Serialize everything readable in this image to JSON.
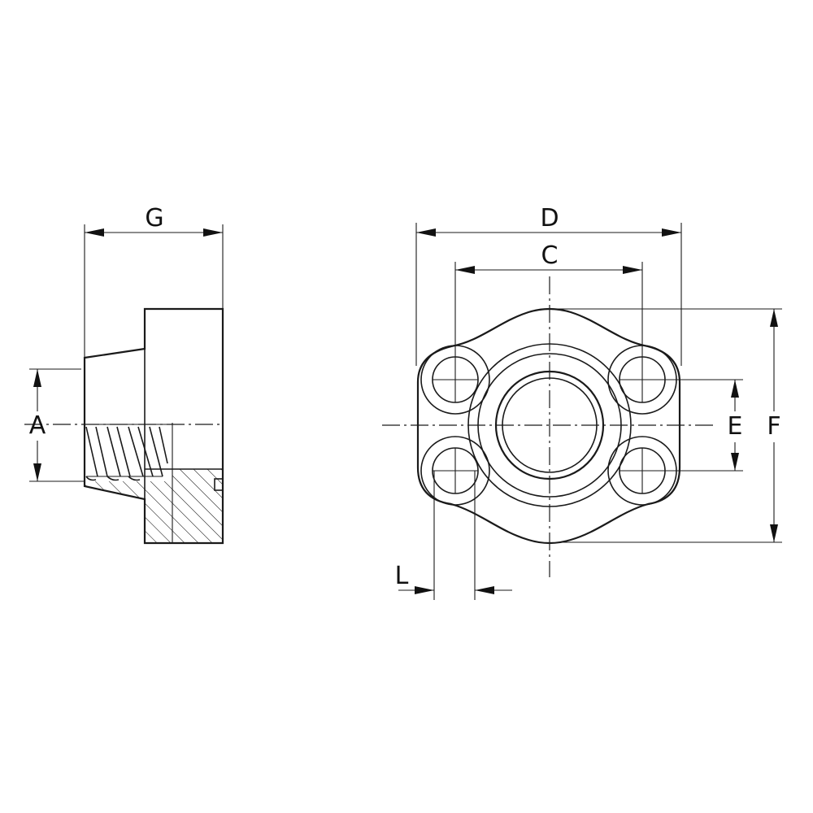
{
  "drawing": {
    "colors": {
      "line": "#1a1a1a",
      "background": "#ffffff"
    },
    "views": {
      "side_section": {
        "dimensions": [
          "G",
          "A"
        ]
      },
      "front": {
        "dimensions": [
          "D",
          "C",
          "E",
          "F",
          "L"
        ]
      }
    },
    "labels": {
      "G": "G",
      "A": "A",
      "D": "D",
      "C": "C",
      "E": "E",
      "F": "F",
      "L": "L"
    }
  }
}
